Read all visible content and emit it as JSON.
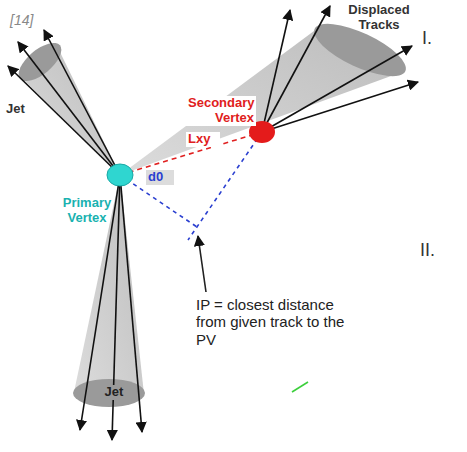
{
  "diagram": {
    "labels": [
      "[14]",
      "I.",
      "Displaced Tracks",
      "Secondary Vertex",
      "Jet",
      "Lxy",
      "Primary Vertex",
      "d0",
      "II.",
      "Jet",
      "IP = closest distance from given track to the PV"
    ]
  }
}
